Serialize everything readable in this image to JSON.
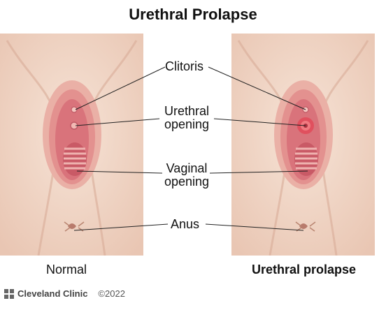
{
  "title": "Urethral Prolapse",
  "labels": {
    "clitoris": "Clitoris",
    "urethral_1": "Urethral",
    "urethral_2": "opening",
    "vaginal_1": "Vaginal",
    "vaginal_2": "opening",
    "anus": "Anus"
  },
  "captions": {
    "left": "Normal",
    "right": "Urethral prolapse"
  },
  "footer": {
    "brand": "Cleveland Clinic",
    "copyright": "©2022"
  },
  "colors": {
    "skin": "#f3dccd",
    "skin_shadow": "#e2b8a4",
    "labia": "#e79a9a",
    "inner": "#d9737b",
    "prolapse": "#e0505e"
  }
}
